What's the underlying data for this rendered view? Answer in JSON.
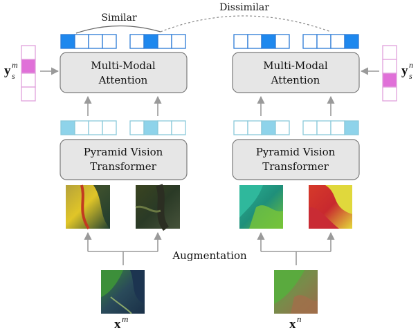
{
  "labels": {
    "similar": "Similar",
    "dissimilar": "Dissimilar",
    "augmentation": "Augmentation"
  },
  "boxes": {
    "attention_line1": "Multi-Modal",
    "attention_line2": "Attention",
    "pvt_line1": "Pyramid Vision",
    "pvt_line2": "Transformer"
  },
  "math": {
    "x_bold": "x",
    "sup_m": "m",
    "sup_n": "n",
    "y_bold": "y",
    "sub_s": "s"
  },
  "colors": {
    "box_fill": "#e6e6e6",
    "box_stroke": "#7a7a7a",
    "token_dark": "#1e88ee",
    "token_dark_border": "#2a7ad6",
    "token_light": "#8ed3ea",
    "token_light_border": "#8ac9da",
    "label_pink": "#e070d8",
    "label_pink_border": "#e0a0dc",
    "arrow": "#9a9a9a"
  },
  "tokens": {
    "attention_left_a": [
      1,
      0,
      0,
      0
    ],
    "attention_left_b": [
      0,
      1,
      0,
      0
    ],
    "attention_right_a": [
      0,
      0,
      1,
      0
    ],
    "attention_right_b": [
      0,
      0,
      0,
      1
    ],
    "pvt_left_a": [
      1,
      0,
      0,
      0
    ],
    "pvt_left_b": [
      0,
      1,
      0,
      0
    ],
    "pvt_right_a": [
      0,
      0,
      1,
      0
    ],
    "pvt_right_b": [
      0,
      0,
      0,
      1
    ],
    "label_m": [
      0,
      1,
      0,
      0
    ],
    "label_n": [
      0,
      0,
      1,
      0
    ]
  }
}
